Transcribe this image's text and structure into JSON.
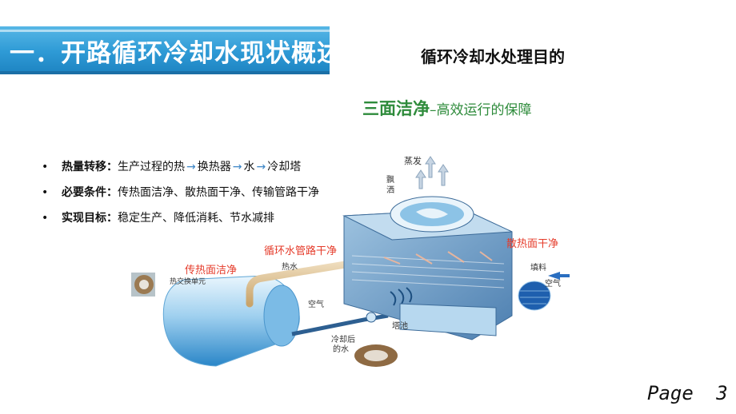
{
  "header": {
    "title": "一．开路循环冷却水现状概述"
  },
  "purpose": {
    "title": "循环冷却水处理目的",
    "clean_strong": "三面洁净",
    "clean_rest": "–高效运行的保障"
  },
  "bullets": [
    {
      "label": "热量转移：",
      "parts": [
        "生产过程的热",
        "换热器",
        "水",
        "冷却塔"
      ]
    },
    {
      "label": "必要条件：",
      "text": "传热面洁净、散热面干净、传输管路干净"
    },
    {
      "label": "实现目标：",
      "text": "稳定生产、降低消耗、节水减排"
    }
  ],
  "arrow_glyph": "→",
  "diagram": {
    "label_evaporation": "蒸发",
    "label_drift": "飘",
    "label_drift2": "洒",
    "label_pipe_clean": "循环水管路干净",
    "label_hot_water": "热水",
    "label_dissipation_clean": "散热面干净",
    "label_fill": "填料",
    "label_air_right": "空气",
    "label_transfer_clean": "传热面洁净",
    "label_heat_exchange_unit": "热交换单元",
    "label_air_left": "空气",
    "label_basin": "塔池",
    "label_cooled_water_1": "冷却后",
    "label_cooled_water_2": "的水"
  },
  "page": {
    "label": "Page",
    "number": "3"
  },
  "colors": {
    "title_bar": "#2f9bd6",
    "green_text": "#2e8b3b",
    "red_label": "#e53b2a",
    "arrow_blue": "#3d86c6"
  }
}
